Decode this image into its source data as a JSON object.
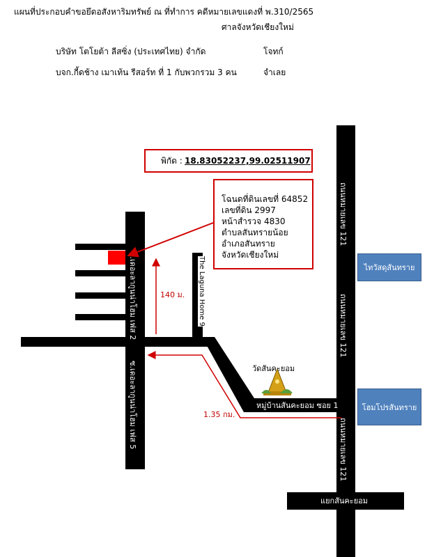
{
  "header": {
    "title": "แผนที่ประกอบคำขอยึดอสังหาริมทรัพย์ ณ ที่ทำการ คดีหมายเลขแดงที่ พ.310/2565",
    "court": "ศาลจังหวัดเชียงใหม่",
    "plaintiff_name": "บริษัท โตโยต้า ลีสซิ่ง (ประเทศไทย) จำกัด",
    "plaintiff_role": "โจทก์",
    "defendant_name": "บจก.กี้ดช้าง เมาเท้น รีสอร์ท ที่ 1 กับพวกรวม 3 คน",
    "defendant_role": "จำเลย"
  },
  "coordinates": {
    "label": "พิกัด :",
    "value": "18.83052237,99.02511907"
  },
  "property_info": [
    "โฉนดที่ดินเลขที่ 64852",
    "เลขที่ดิน 2997",
    "หน้าสำรวจ 4830",
    "ตำบลสันทรายน้อย",
    "อำเภอสันทราย",
    "จังหวัดเชียงใหม่"
  ],
  "roads": {
    "highway_121": "ถนนหมายเลข 121",
    "soi_phase2": "ซ.เดอะลากูนน่าโฮม เฟส 2",
    "soi_phase5": "ซ.เดอะลากูนน่าโฮม เฟส 5",
    "laguna_home9": "The Laguna Home 9",
    "village_soi": "หมู่บ้านสันคะยอม ซอย 1",
    "junction": "แยกสันคะยอม"
  },
  "landmarks": {
    "temple": "วัดสันคะยอม",
    "thaiwatsadu": "ไทวัสดุสันทราย",
    "homepro": "โฮมโปรสันทราย"
  },
  "distances": {
    "short": "140 ม.",
    "long": "1.35 กม."
  },
  "colors": {
    "road": "#000000",
    "marker": "#d00000",
    "store": "#4f81bd"
  }
}
